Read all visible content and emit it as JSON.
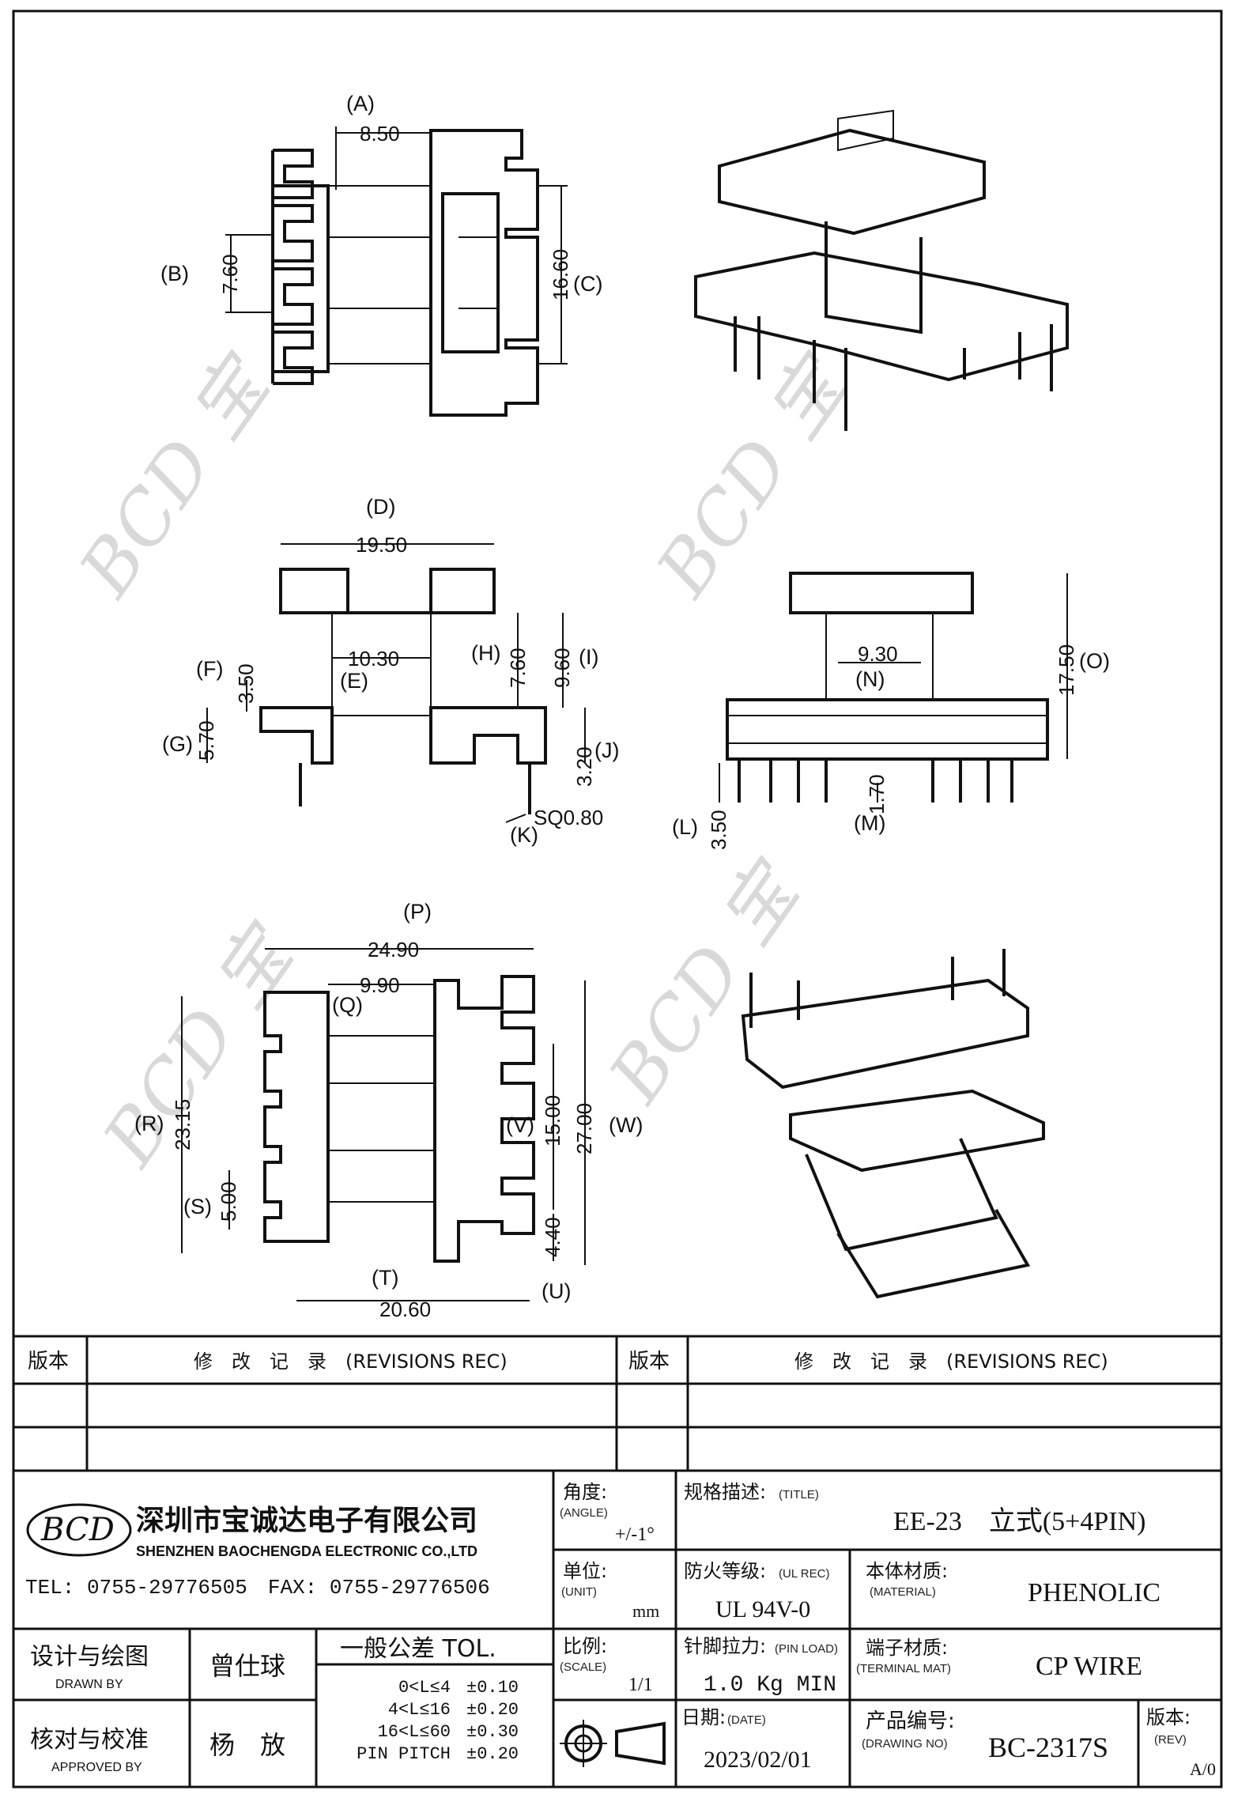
{
  "drawing": {
    "top_view": {
      "dims": {
        "A": "8.50",
        "B": "7.60",
        "C": "16.60"
      },
      "letters": {
        "A": "(A)",
        "B": "(B)",
        "C": "(C)"
      }
    },
    "side_view": {
      "dims": {
        "D": "19.50",
        "E": "10.30",
        "F": "3.50",
        "G": "5.70",
        "H": "7.60",
        "I": "9.60",
        "J": "3.20",
        "K": "SQ0.80"
      },
      "letters": {
        "D": "(D)",
        "E": "(E)",
        "F": "(F)",
        "G": "(G)",
        "H": "(H)",
        "I": "(I)",
        "J": "(J)",
        "K": "(K)"
      }
    },
    "front_view": {
      "dims": {
        "N": "9.30",
        "O": "17.50",
        "L": "3.50",
        "M": "1.70"
      },
      "letters": {
        "N": "(N)",
        "O": "(O)",
        "L": "(L)",
        "M": "(M)"
      }
    },
    "bottom_view": {
      "dims": {
        "P": "24.90",
        "Q": "9.90",
        "R": "23.15",
        "S": "5.00",
        "T": "20.60",
        "U": "4.40",
        "V": "15.00",
        "W": "27.00"
      },
      "letters": {
        "P": "(P)",
        "Q": "(Q)",
        "R": "(R)",
        "S": "(S)",
        "T": "(T)",
        "U": "(U)",
        "V": "(V)",
        "W": "(W)"
      }
    }
  },
  "revisions": {
    "col_version": "版本",
    "col_record": "修　改　记　录　(REVISIONS REC)"
  },
  "company": {
    "logo_text": "BCD",
    "name_cn": "深圳市宝诚达电子有限公司",
    "name_en": "SHENZHEN BAOCHENGDA ELECTRONIC CO.,LTD",
    "tel_fax": "TEL: 0755-29776505　FAX: 0755-29776506"
  },
  "title_block": {
    "angle_label": "角度:",
    "angle_label_en": "(ANGLE)",
    "angle_value": "+/-1°",
    "title_label": "规格描述:",
    "title_label_en": "(TITLE)",
    "title_value": "EE-23　立式(5+4PIN)",
    "unit_label": "单位:",
    "unit_label_en": "(UNIT)",
    "unit_value": "mm",
    "ul_label": "防火等级:",
    "ul_label_en": "(UL REC)",
    "ul_value": "UL 94V-0",
    "material_label": "本体材质:",
    "material_label_en": "(MATERIAL)",
    "material_value": "PHENOLIC",
    "scale_label": "比例:",
    "scale_label_en": "(SCALE)",
    "scale_value": "1/1",
    "pin_load_label": "针脚拉力:",
    "pin_load_label_en": "(PIN LOAD)",
    "pin_load_value": "1.0 Kg MIN",
    "terminal_label": "端子材质:",
    "terminal_label_en": "(TERMINAL MAT)",
    "terminal_value": "CP WIRE",
    "date_label": "日期:",
    "date_label_en": "(DATE)",
    "date_value": "2023/02/01",
    "drawing_no_label": "产品编号:",
    "drawing_no_label_en": "(DRAWING NO)",
    "drawing_no_value": "BC-2317S",
    "rev_label": "版本:",
    "rev_label_en": "(REV)",
    "rev_value": "A/0",
    "drawn_label": "设计与绘图",
    "drawn_label_en": "DRAWN BY",
    "drawn_value": "曾仕球",
    "approved_label": "核对与校准",
    "approved_label_en": "APPROVED BY",
    "approved_value": "杨　放",
    "tol_title": "一般公差 TOL.",
    "tolerances": [
      {
        "range": "0<L≤4",
        "value": "±0.10"
      },
      {
        "range": "4<L≤16",
        "value": "±0.20"
      },
      {
        "range": "16<L≤60",
        "value": "±0.30"
      },
      {
        "range": "PIN PITCH",
        "value": "±0.20"
      }
    ]
  },
  "watermark": "BCD 宝诚达",
  "icons": [
    "projection-symbol-icon",
    "company-logo"
  ]
}
